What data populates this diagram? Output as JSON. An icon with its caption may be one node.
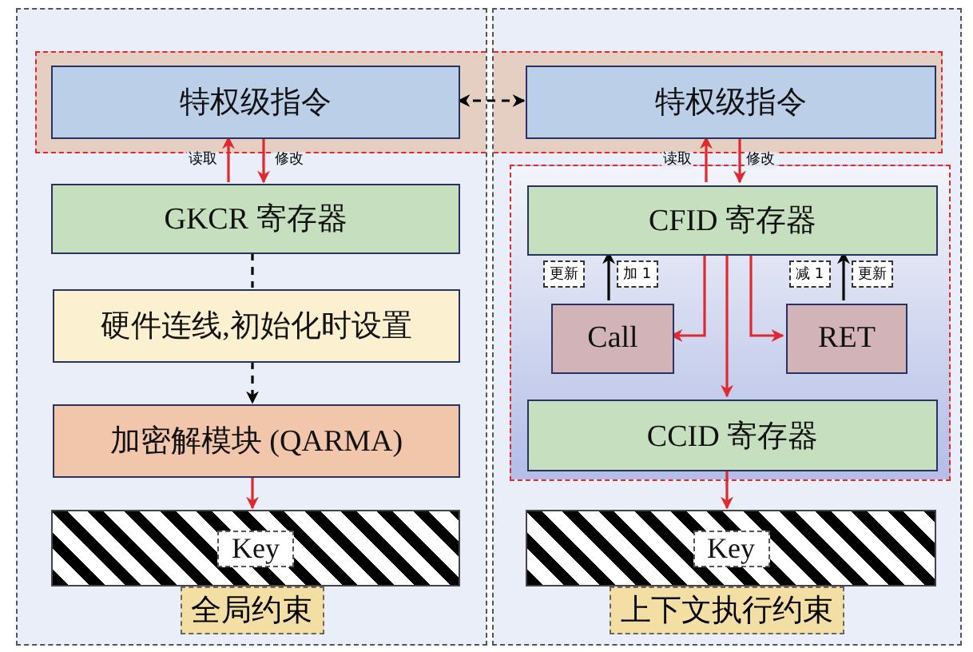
{
  "diagram": {
    "nodes": [
      {
        "text": [
          "全局约束"
        ]
      },
      {
        "text": [
          "上下文执行约束"
        ]
      },
      {
        "text": [
          "特权级指令"
        ],
        "in": 0
      },
      {
        "text": [
          "特权级指令"
        ],
        "in": 1
      },
      {
        "text": [
          "GKCR 寄存器"
        ],
        "in": 0
      },
      {
        "text": [
          "硬件连线,初始化时设置"
        ],
        "in": 0
      },
      {
        "text": [
          "加密解模块 (QARMA)"
        ],
        "in": 0
      },
      {
        "text": [
          "Key"
        ],
        "in": 0
      },
      {
        "text": [],
        "shape": "box",
        "in": 1
      },
      {
        "text": [
          "CFID 寄存器"
        ],
        "in": 8
      },
      {
        "text": [
          "Call"
        ],
        "in": 8
      },
      {
        "text": [
          "RET"
        ],
        "in": 8
      },
      {
        "text": [
          "CCID 寄存器"
        ],
        "in": 8
      },
      {
        "text": [
          "Key"
        ],
        "in": 1
      }
    ],
    "edges": [
      {
        "from": 2,
        "to": 3,
        "arrow": "both",
        "style": "dashed",
        "color": "#000000"
      },
      {
        "from": 4,
        "to": 2,
        "arrow": "to",
        "label": "读取"
      },
      {
        "from": 2,
        "to": 4,
        "arrow": "to",
        "label": "修改"
      },
      {
        "from": 4,
        "to": 5,
        "arrow": "none",
        "style": "dashed",
        "color": "#000000"
      },
      {
        "from": 5,
        "to": 6,
        "arrow": "to",
        "style": "dashed",
        "color": "#000000"
      },
      {
        "from": 6,
        "to": 7,
        "arrow": "to"
      },
      {
        "from": 9,
        "to": 3,
        "arrow": "to",
        "label": "读取"
      },
      {
        "from": 3,
        "to": 9,
        "arrow": "to",
        "label": "修改"
      },
      {
        "from": 10,
        "to": 9,
        "arrow": "to",
        "color": "#000000"
      },
      {
        "from": 11,
        "to": 9,
        "arrow": "to",
        "color": "#000000"
      },
      {
        "from": 9,
        "to": 10,
        "arrow": "to"
      },
      {
        "from": 9,
        "to": 11,
        "arrow": "to"
      },
      {
        "from": 9,
        "to": 12,
        "arrow": "to"
      },
      {
        "from": 12,
        "to": 13,
        "arrow": "to"
      }
    ],
    "labels": [
      "更新",
      "加 1",
      "减 1",
      "更新"
    ]
  }
}
